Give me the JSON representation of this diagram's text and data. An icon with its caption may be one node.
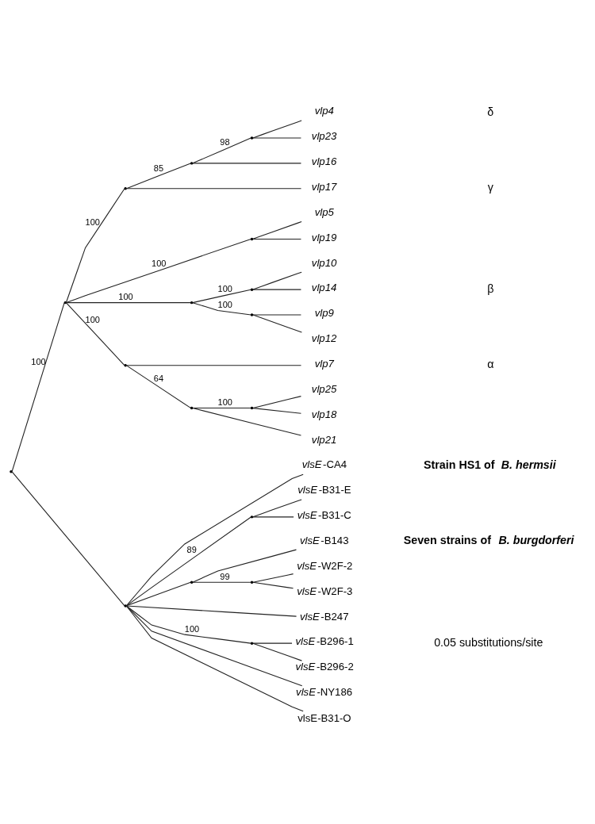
{
  "diagram": {
    "nodes": [
      {
        "text": [],
        "shape": "point"
      },
      {
        "text": [],
        "shape": "point"
      },
      {
        "text": [],
        "shape": "point"
      },
      {
        "text": [],
        "shape": "point"
      },
      {
        "text": [],
        "shape": "point"
      },
      {
        "text": [
          "*vlp4*"
        ]
      },
      {
        "text": [
          "*vlp23*"
        ]
      },
      {
        "text": [
          "*vlp16*"
        ]
      },
      {
        "text": [
          "*vlp17*"
        ]
      },
      {
        "text": [],
        "shape": "point"
      },
      {
        "text": [
          "*vlp5*"
        ]
      },
      {
        "text": [
          "*vlp19*"
        ]
      },
      {
        "text": [],
        "shape": "point"
      },
      {
        "text": [],
        "shape": "point"
      },
      {
        "text": [
          "*vlp10*"
        ]
      },
      {
        "text": [
          "*vlp14*"
        ]
      },
      {
        "text": [],
        "shape": "point"
      },
      {
        "text": [
          "*vlp9*"
        ]
      },
      {
        "text": [
          "*vlp12*"
        ]
      },
      {
        "text": [],
        "shape": "point"
      },
      {
        "text": [
          "*vlp7*"
        ]
      },
      {
        "text": [],
        "shape": "point"
      },
      {
        "text": [],
        "shape": "point"
      },
      {
        "text": [
          "*vlp25*"
        ]
      },
      {
        "text": [
          "*vlp18*"
        ]
      },
      {
        "text": [
          "*vlp21*"
        ]
      },
      {
        "text": [],
        "shape": "point"
      },
      {
        "text": [
          "*vlsE*-CA4"
        ]
      },
      {
        "text": [],
        "shape": "point"
      },
      {
        "text": [
          "*vlsE*-B31-E"
        ]
      },
      {
        "text": [
          "*vlsE*-B31-C"
        ]
      },
      {
        "text": [],
        "shape": "point"
      },
      {
        "text": [
          "*vlsE*-B143"
        ]
      },
      {
        "text": [],
        "shape": "point"
      },
      {
        "text": [
          "*vlsE*-W2F-2"
        ]
      },
      {
        "text": [
          "*vlsE*-W2F-3"
        ]
      },
      {
        "text": [
          "*vlsE*-B247"
        ]
      },
      {
        "text": [],
        "shape": "point"
      },
      {
        "text": [
          "*vlsE*-B296-1"
        ]
      },
      {
        "text": [
          "*vlsE*-B296-2"
        ]
      },
      {
        "text": [
          "*vlsE*-NY186"
        ]
      },
      {
        "text": [
          "vlsE-B31-O"
        ]
      }
    ],
    "edges": [
      {
        "from": 0,
        "to": 1,
        "arrow": "none",
        "label": "100"
      },
      {
        "from": 1,
        "to": 2,
        "arrow": "none",
        "label": "100"
      },
      {
        "from": 2,
        "to": 3,
        "arrow": "none",
        "label": "85"
      },
      {
        "from": 3,
        "to": 4,
        "arrow": "none",
        "label": "98"
      },
      {
        "from": 4,
        "to": 5,
        "arrow": "none"
      },
      {
        "from": 4,
        "to": 6,
        "arrow": "none"
      },
      {
        "from": 3,
        "to": 7,
        "arrow": "none"
      },
      {
        "from": 2,
        "to": 8,
        "arrow": "none"
      },
      {
        "from": 1,
        "to": 9,
        "arrow": "none",
        "label": "100"
      },
      {
        "from": 9,
        "to": 10,
        "arrow": "none"
      },
      {
        "from": 9,
        "to": 11,
        "arrow": "none"
      },
      {
        "from": 1,
        "to": 12,
        "arrow": "none",
        "label": "100"
      },
      {
        "from": 12,
        "to": 13,
        "arrow": "none",
        "label": "100"
      },
      {
        "from": 13,
        "to": 14,
        "arrow": "none"
      },
      {
        "from": 13,
        "to": 15,
        "arrow": "none"
      },
      {
        "from": 12,
        "to": 16,
        "arrow": "none",
        "label": "100"
      },
      {
        "from": 16,
        "to": 17,
        "arrow": "none"
      },
      {
        "from": 16,
        "to": 18,
        "arrow": "none"
      },
      {
        "from": 1,
        "to": 19,
        "arrow": "none",
        "label": "100"
      },
      {
        "from": 19,
        "to": 20,
        "arrow": "none"
      },
      {
        "from": 19,
        "to": 21,
        "arrow": "none",
        "label": "64"
      },
      {
        "from": 21,
        "to": 22,
        "arrow": "none",
        "label": "100"
      },
      {
        "from": 22,
        "to": 23,
        "arrow": "none"
      },
      {
        "from": 22,
        "to": 24,
        "arrow": "none"
      },
      {
        "from": 21,
        "to": 25,
        "arrow": "none"
      },
      {
        "from": 0,
        "to": 26,
        "arrow": "none"
      },
      {
        "from": 26,
        "to": 27,
        "arrow": "none"
      },
      {
        "from": 26,
        "to": 28,
        "arrow": "none",
        "label": "89"
      },
      {
        "from": 28,
        "to": 29,
        "arrow": "none"
      },
      {
        "from": 28,
        "to": 30,
        "arrow": "none"
      },
      {
        "from": 26,
        "to": 31,
        "arrow": "none"
      },
      {
        "from": 31,
        "to": 32,
        "arrow": "none"
      },
      {
        "from": 31,
        "to": 33,
        "arrow": "none",
        "label": "99"
      },
      {
        "from": 33,
        "to": 34,
        "arrow": "none"
      },
      {
        "from": 33,
        "to": 35,
        "arrow": "none"
      },
      {
        "from": 26,
        "to": 36,
        "arrow": "none"
      },
      {
        "from": 26,
        "to": 37,
        "arrow": "none",
        "label": "100"
      },
      {
        "from": 37,
        "to": 38,
        "arrow": "none"
      },
      {
        "from": 37,
        "to": 39,
        "arrow": "none"
      },
      {
        "from": 26,
        "to": 40,
        "arrow": "none"
      },
      {
        "from": 26,
        "to": 41,
        "arrow": "none"
      }
    ],
    "labels": [
      "δ",
      "γ",
      "β",
      "α",
      "Strain HS1 of *B. hermsii*",
      "Seven strains of *B. burgdorferi*",
      "0.05 substitutions/site"
    ]
  }
}
